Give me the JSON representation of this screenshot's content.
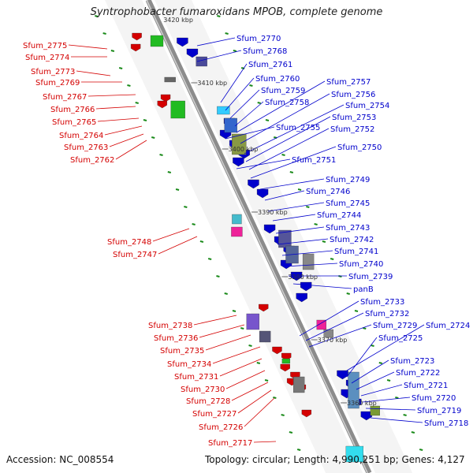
{
  "title": "Syntrophobacter fumaroxidans MPOB, complete genome",
  "accession": "Accession: NC_008554",
  "summary": "Topology: circular; Length: 4,990,251 bp; Genes: 4,127",
  "top_cut_label": "3420 kbp",
  "kbp_labels": [
    "3410 kbp",
    "3400 kbp",
    "3390 kbp",
    "3380 kbp",
    "3370 kbp",
    "3360 kbp"
  ],
  "colors": {
    "forward": "#d40000",
    "reverse": "#0000cc",
    "backbone": "#8c8c8c",
    "tick": "#1a8a1a"
  },
  "left_labels": [
    "Sfum_2775",
    "Sfum_2774",
    "Sfum_2773",
    "Sfum_2769",
    "Sfum_2767",
    "Sfum_2766",
    "Sfum_2765",
    "Sfum_2764",
    "Sfum_2763",
    "Sfum_2762",
    "Sfum_2748",
    "Sfum_2747",
    "Sfum_2738",
    "Sfum_2736",
    "Sfum_2735",
    "Sfum_2734",
    "Sfum_2731",
    "Sfum_2730",
    "Sfum_2728",
    "Sfum_2727",
    "Sfum_2726",
    "Sfum_2717"
  ],
  "right_labels": [
    "Sfum_2770",
    "Sfum_2768",
    "Sfum_2761",
    "Sfum_2760",
    "Sfum_2759",
    "Sfum_2758",
    "Sfum_2757",
    "Sfum_2756",
    "Sfum_2754",
    "Sfum_2753",
    "Sfum_2755",
    "Sfum_2752",
    "Sfum_2750",
    "Sfum_2751",
    "Sfum_2749",
    "Sfum_2746",
    "Sfum_2745",
    "Sfum_2744",
    "Sfum_2743",
    "Sfum_2742",
    "Sfum_2741",
    "Sfum_2740",
    "Sfum_2739",
    "panB",
    "Sfum_2733",
    "Sfum_2732",
    "Sfum_2729",
    "Sfum_2724",
    "Sfum_2725",
    "Sfum_2723",
    "Sfum_2722",
    "Sfum_2721",
    "Sfum_2720",
    "Sfum_2719",
    "Sfum_2718"
  ]
}
